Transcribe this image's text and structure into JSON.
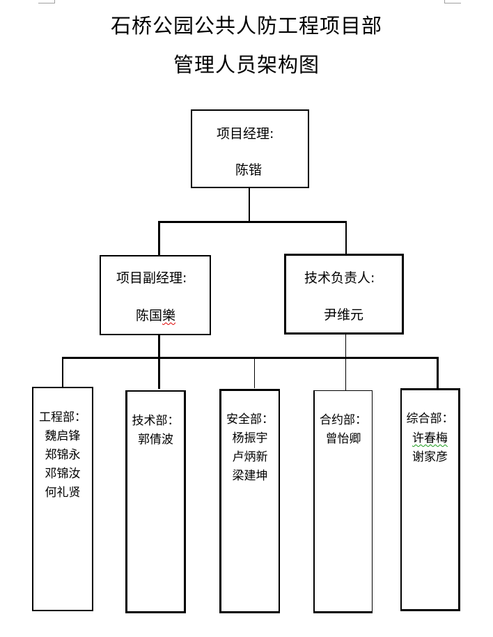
{
  "document": {
    "title_line1": "石桥公园公共人防工程项目部",
    "title_line2": "管理人员架构图"
  },
  "org_chart": {
    "top": {
      "role": "项目经理:",
      "name": "陈锴"
    },
    "second_level": [
      {
        "role": "项目副经理:",
        "name_prefix": "陈国",
        "name_flagged": "樂",
        "spellcheck": "red"
      },
      {
        "role": "技术负责人:",
        "name": "尹维元"
      }
    ],
    "departments": [
      {
        "name": "工程部：",
        "members": [
          "魏启锋",
          "郑锦永",
          "邓锦汝",
          "何礼贤"
        ]
      },
      {
        "name": "技术部：",
        "members": [
          "郭倩波"
        ]
      },
      {
        "name": "安全部：",
        "members": [
          "杨振宇",
          "卢炳新",
          "梁建坤"
        ]
      },
      {
        "name": "合约部：",
        "members": [
          "曾怡卿"
        ]
      },
      {
        "name": "综合部：",
        "members": [
          "许春梅",
          "谢家彦"
        ],
        "flagged_member_index": 0,
        "spellcheck": "green"
      }
    ]
  }
}
